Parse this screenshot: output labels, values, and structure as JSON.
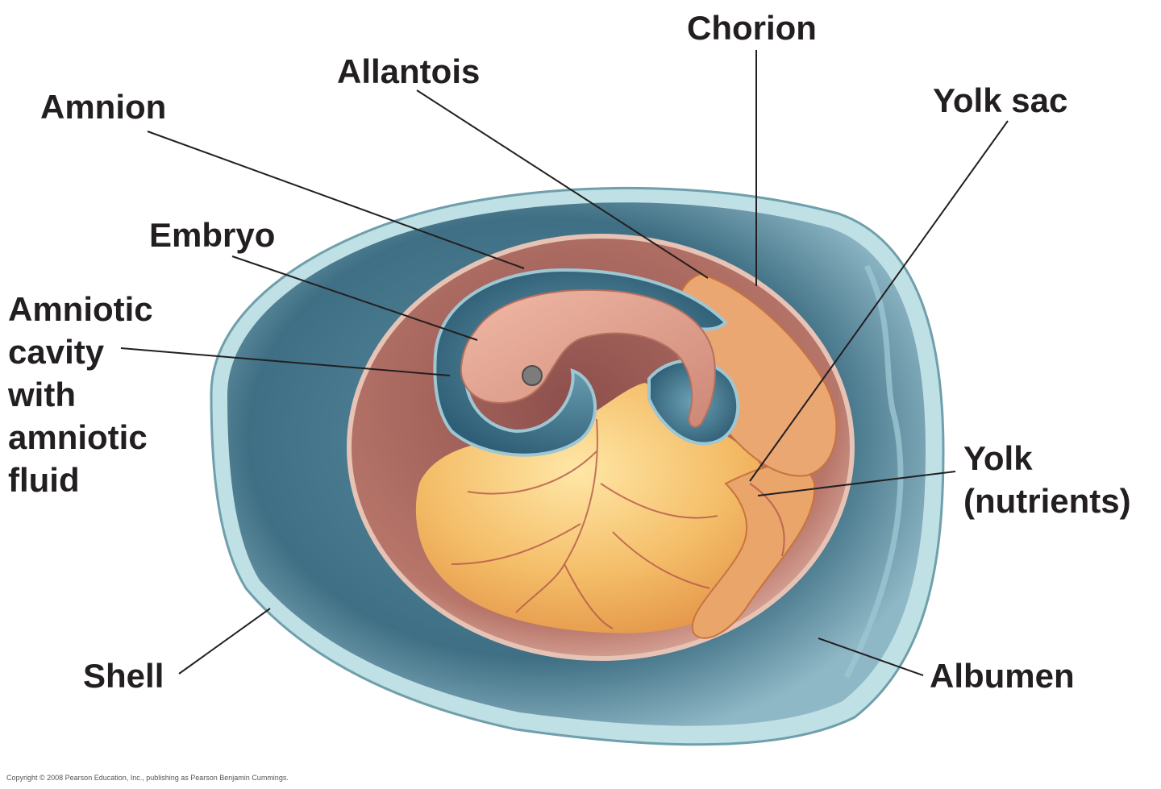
{
  "labels": {
    "chorion": "Chorion",
    "allantois": "Allantois",
    "amnion": "Amnion",
    "yolk_sac": "Yolk sac",
    "embryo": "Embryo",
    "amniotic_cavity": [
      "Amniotic",
      "cavity",
      "with",
      "amniotic",
      "fluid"
    ],
    "yolk": [
      "Yolk",
      "(nutrients)"
    ],
    "shell": "Shell",
    "albumen": "Albumen"
  },
  "copyright": "Copyright © 2008 Pearson Education, Inc., publishing as Pearson Benjamin Cummings.",
  "colors": {
    "shell": "#a9d4da",
    "albumen": "#4f8195",
    "chorion": "#b87468",
    "amnion": "#3d6d82",
    "embryo": "#e0a393",
    "yolk": "#f3bc6a",
    "vessel": "#b5574a",
    "leader": "#231f20"
  }
}
